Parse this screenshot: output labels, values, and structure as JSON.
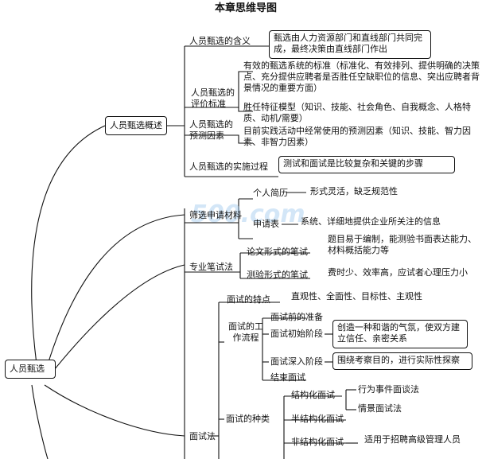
{
  "title": "本章思维导图",
  "root": "人员甄选",
  "overview": {
    "label": "人员甄选概述",
    "meaning": {
      "label": "人员甄选的含义",
      "text": "甄选由人力资源部门和直线部门共同完成，最终决策由直线部门作出"
    },
    "evaluation": {
      "label": "人员甄选的评价标准",
      "text": "有效的甄选系统的标准（标准化、有效排列、提供明确的决策点、充分提供应聘者是否胜任空缺职位的信息、突出应聘者背景情况的重要方面）"
    },
    "predictors": {
      "label": "人员甄选的预测因素",
      "text1": "胜任特征模型（知识、技能、社会角色、自我概念、人格特质、动机/需要）",
      "text2": "目前实践活动中经常使用的预测因素（知识、技能、智力因素、非智力因素）"
    },
    "process": {
      "label": "人员甄选的实施过程",
      "text": "测试和面试是比较复杂和关键的步骤"
    }
  },
  "screening": {
    "label": "筛选申请材料",
    "resume": {
      "label": "个人简历",
      "text": "形式灵活，缺乏规范性"
    },
    "form": {
      "label": "申请表",
      "text": "系统、详细地提供企业所关注的信息"
    }
  },
  "written": {
    "label": "专业笔试法",
    "essay": {
      "label": "论文形式的笔试",
      "text": "题目易于编制，能测验书面表达能力、材料概括能力等"
    },
    "test": {
      "label": "测验形式的笔试",
      "text": "费时少、效率高，应试者心理压力小"
    }
  },
  "interview": {
    "label": "面试法",
    "features": {
      "label": "面试的特点",
      "text": "直观性、全面性、目标性、主观性"
    },
    "workflow": {
      "label": "面试的工作流程",
      "prep": "面试前的准备",
      "start": {
        "label": "面试初始阶段",
        "text": "创造一种和谐的气氛，使双方建立信任、亲密关系"
      },
      "deep": {
        "label": "面试深入阶段",
        "text": "围绕考察目的，进行实际性探察"
      },
      "end": "结束面试"
    },
    "types": {
      "label": "面试的种类",
      "structured": {
        "label": "结构化面试",
        "items": [
          "行为事件面谈法",
          "情景面试法"
        ]
      },
      "semi": "半结构化面试",
      "unstructured": {
        "label": "非结构化面试",
        "text": "适用于招聘高级管理人员"
      }
    }
  },
  "watermark": "500.com"
}
